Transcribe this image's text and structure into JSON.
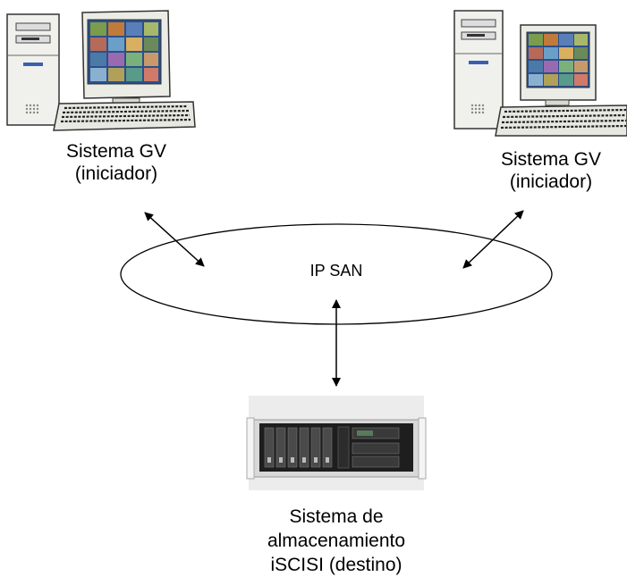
{
  "diagram": {
    "nodes": {
      "left_client": {
        "line1": "Sistema GV",
        "line2": "(iniciador)"
      },
      "right_client": {
        "line1": "Sistema GV",
        "line2": "(iniciador)"
      },
      "network": {
        "label": "IP SAN"
      },
      "storage": {
        "line1": "Sistema de",
        "line2": "almacenamiento",
        "line3": "iSCISI (destino)"
      }
    },
    "edges": [
      {
        "from": "left_client",
        "to": "network",
        "type": "bidirectional-arrow"
      },
      {
        "from": "right_client",
        "to": "network",
        "type": "bidirectional-arrow"
      },
      {
        "from": "network",
        "to": "storage",
        "type": "bidirectional-arrow"
      }
    ]
  }
}
